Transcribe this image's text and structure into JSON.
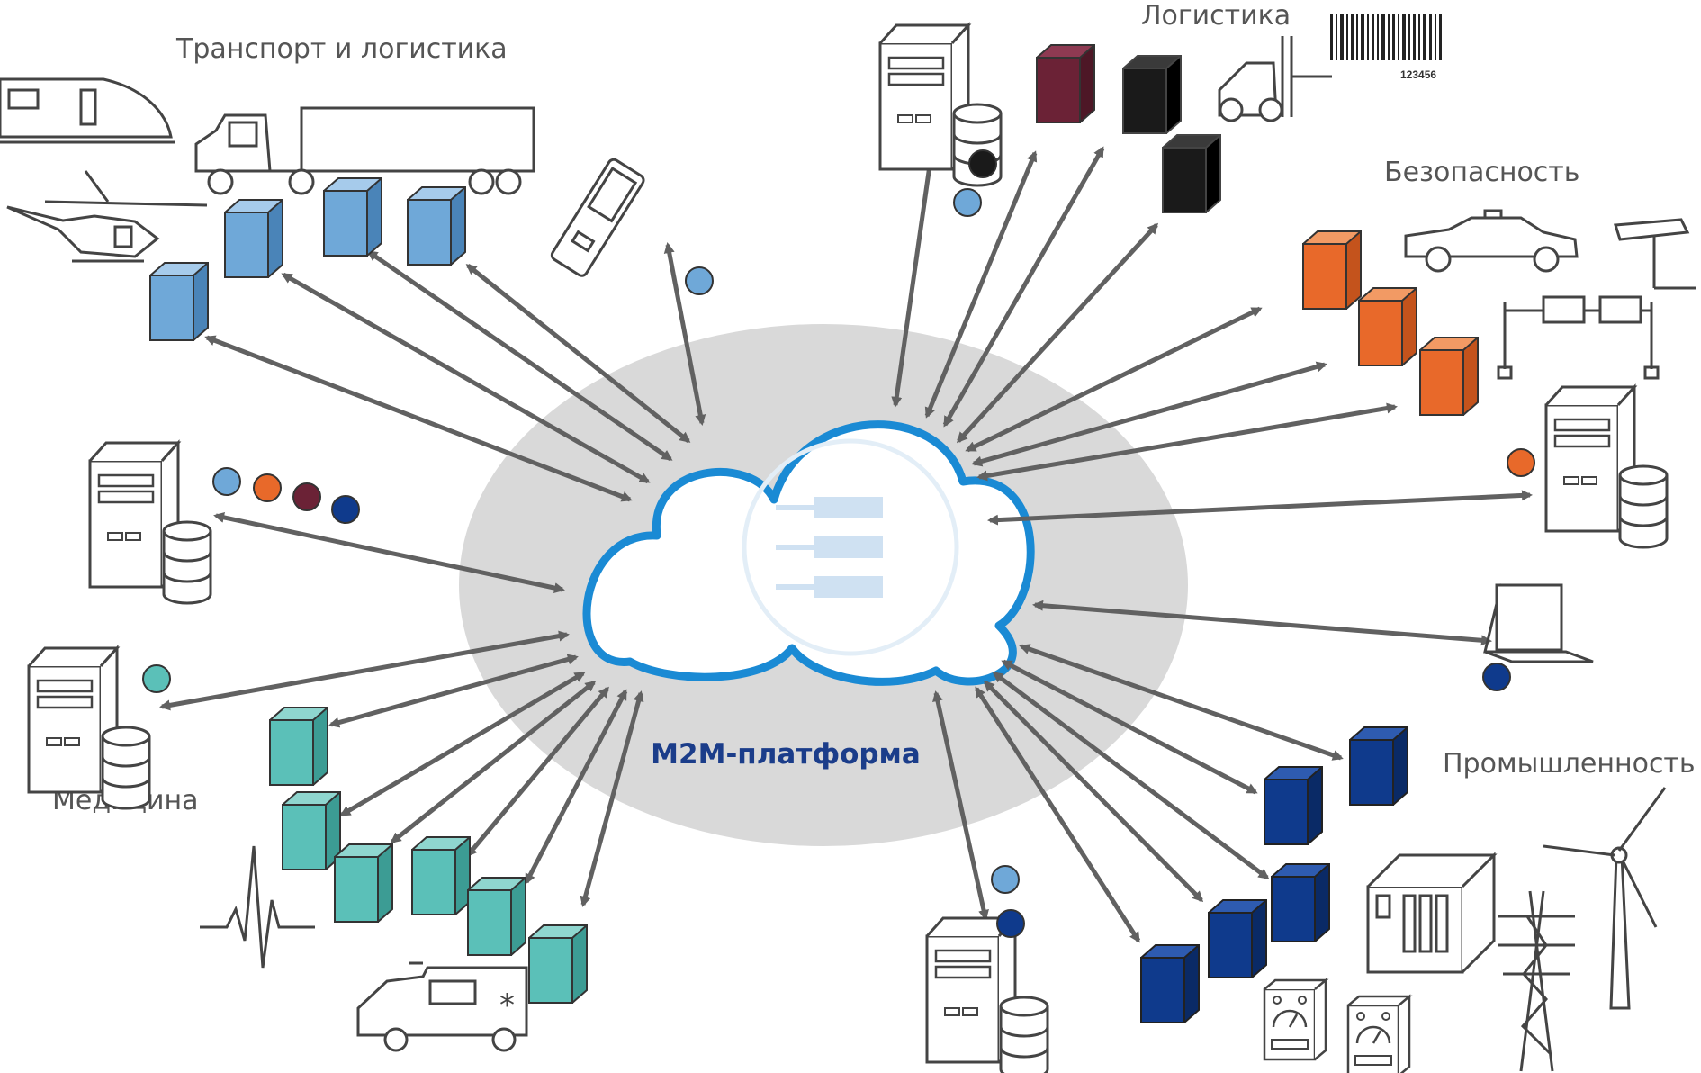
{
  "diagram": {
    "center_label": "M2M-платформа",
    "labels": {
      "transport": "Транспорт и логистика",
      "logistics": "Логистика",
      "security": "Безопасность",
      "medicine": "Медицина",
      "industry": "Промышленность"
    },
    "barcode_number": "123456",
    "colors": {
      "light_blue": "#6fa8d8",
      "dark_red": "#6b2236",
      "black": "#1a1a1a",
      "orange": "#e8692a",
      "navy": "#0f3a8c",
      "teal": "#5bc0b8",
      "cloud_stroke": "#1a8ad4",
      "halo": "#d9d9d9",
      "arrow": "#616161",
      "label_blue": "#1b3d8a"
    }
  }
}
